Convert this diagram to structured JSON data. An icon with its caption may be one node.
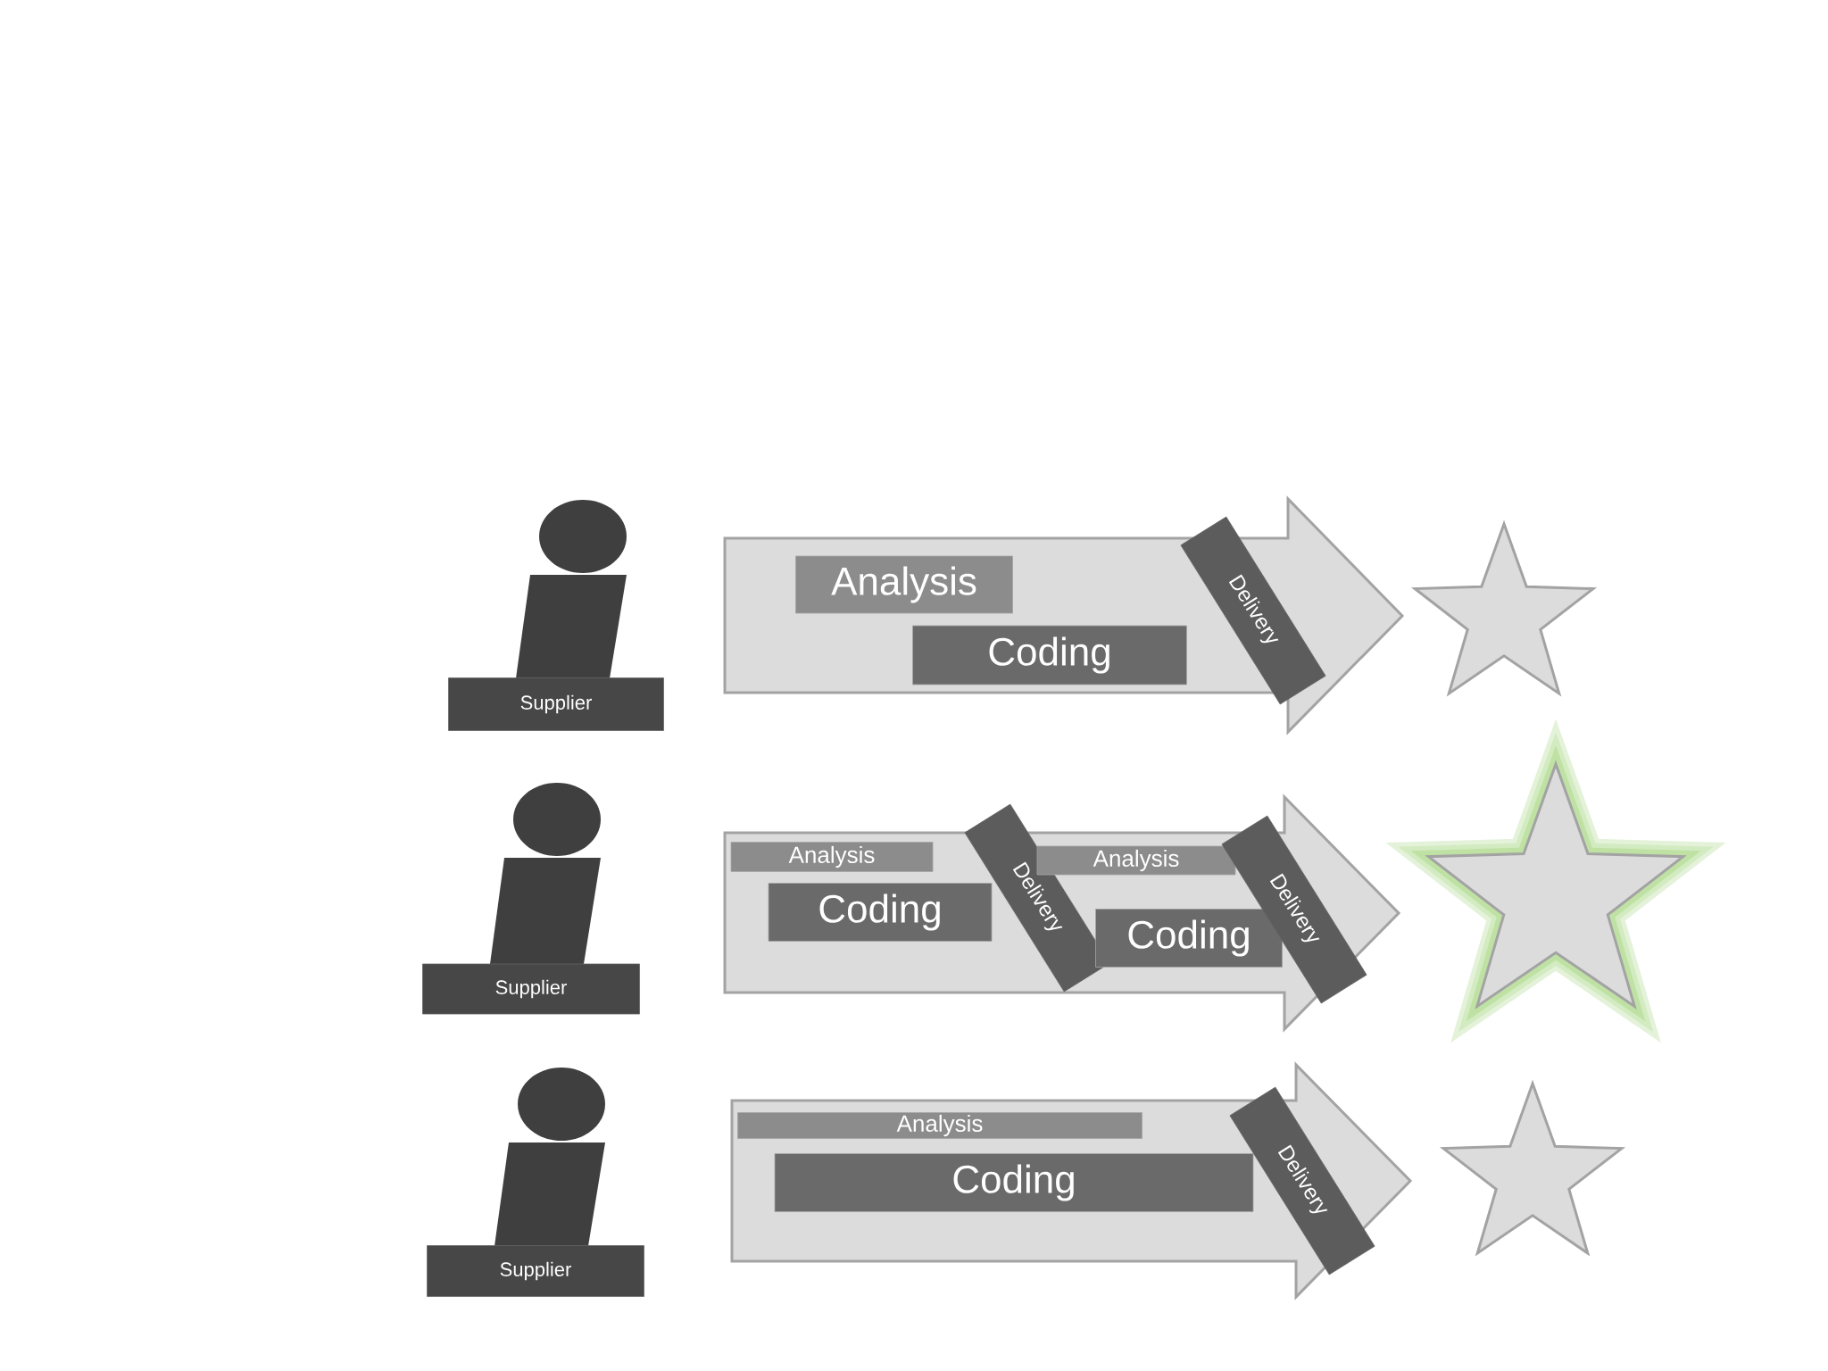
{
  "diagram": {
    "nodes": [
      {
        "text": [
          "Supplier"
        ]
      },
      {
        "text": [],
        "shape": "arrow"
      },
      {
        "text": [
          "Analysis"
        ],
        "in": 1
      },
      {
        "text": [
          "Coding"
        ],
        "in": 1
      },
      {
        "text": [
          "Delivery"
        ],
        "in": 1
      },
      {
        "text": [],
        "shape": "star"
      },
      {
        "text": [
          "Supplier"
        ]
      },
      {
        "text": [],
        "shape": "arrow"
      },
      {
        "text": [
          "Analysis"
        ],
        "in": 7
      },
      {
        "text": [
          "Coding"
        ],
        "in": 7
      },
      {
        "text": [
          "Delivery"
        ],
        "in": 7
      },
      {
        "text": [
          "Analysis"
        ],
        "in": 7
      },
      {
        "text": [
          "Coding"
        ],
        "in": 7
      },
      {
        "text": [
          "Delivery"
        ],
        "in": 7
      },
      {
        "text": [],
        "shape": "star"
      },
      {
        "text": [
          "Supplier"
        ]
      },
      {
        "text": [],
        "shape": "arrow"
      },
      {
        "text": [
          "Analysis"
        ],
        "in": 16
      },
      {
        "text": [
          "Coding"
        ],
        "in": 16
      },
      {
        "text": [
          "Delivery"
        ],
        "in": 16
      },
      {
        "text": [],
        "shape": "star"
      }
    ]
  }
}
